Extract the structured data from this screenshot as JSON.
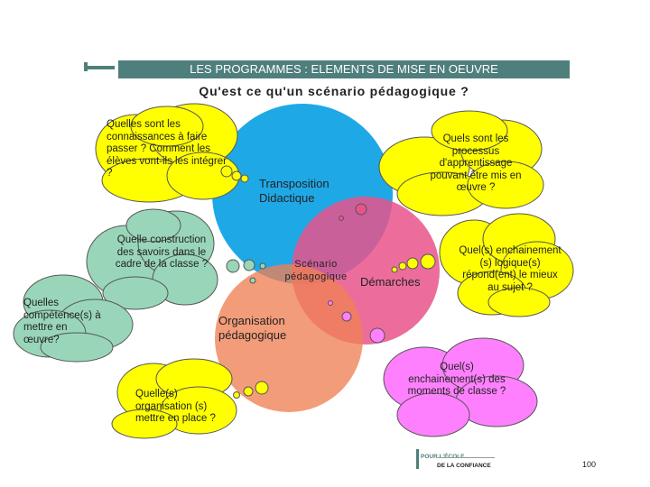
{
  "header": {
    "banner_title": "LES PROGRAMMES : ELEMENTS DE MISE EN OEUVRE",
    "subtitle": "Qu'est ce qu'un scénario pédagogique ?"
  },
  "circles": {
    "transposition": "Transposition Didactique",
    "scenario": "Scénario pédagogique",
    "demarches": "Démarches",
    "organisation": "Organisation pédagogique"
  },
  "clouds": {
    "connaissances": "Quelles sont les connaissances à faire passer ? Comment les élèves vont-ils les intégrer ?",
    "processus": "Quels sont les processus d'apprentissage pouvant être mis en œuvre ?",
    "construction": "Quelle construction des savoirs dans le cadre de la classe ?",
    "competences": "Quelles compétence(s) à mettre en œuvre?",
    "enchainement_sujet": "Quel(s) enchainement (s) logique(s) répond(ent) le mieux au sujet ?",
    "enchainement_moments": "Quel(s) enchainement(s) des moments de classe ?",
    "organisation_place": "Quelle(s) organisation (s) mettre en place ?"
  },
  "colors": {
    "banner": "#4f7f7c",
    "circle_blue": "#1fa8e6",
    "circle_pink": "#e9538b",
    "circle_orange": "#ef8054",
    "cloud_yellow": "#ffff00",
    "cloud_green": "#99d6b9",
    "cloud_magenta": "#ff80ff"
  },
  "footer": {
    "logo_line1": "POUR L'ÉCOLE",
    "logo_line2": "DE LA CONFIANCE",
    "page_number": "100"
  }
}
